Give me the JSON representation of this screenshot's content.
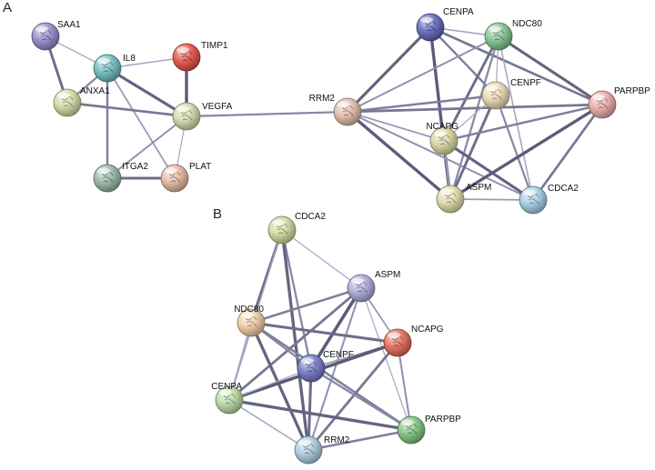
{
  "panels": [
    {
      "id": "A",
      "label": "A",
      "nodes": [
        {
          "id": "SAA1",
          "label": "SAA1",
          "color": "#8e84c4"
        },
        {
          "id": "IL8",
          "label": "IL8",
          "color": "#66b8b8"
        },
        {
          "id": "TIMP1",
          "label": "TIMP1",
          "color": "#e0483e"
        },
        {
          "id": "ANXA1",
          "label": "ANXA1",
          "color": "#cfd8a0"
        },
        {
          "id": "VEGFA",
          "label": "VEGFA",
          "color": "#cfd8a8"
        },
        {
          "id": "ITGA2",
          "label": "ITGA2",
          "color": "#8fb4a2"
        },
        {
          "id": "PLAT",
          "label": "PLAT",
          "color": "#e3b59c"
        },
        {
          "id": "CENPA",
          "label": "CENPA",
          "color": "#5a5eb8"
        },
        {
          "id": "NDC80",
          "label": "NDC80",
          "color": "#7cbf88"
        },
        {
          "id": "RRM2",
          "label": "RRM2",
          "color": "#e0b8a4"
        },
        {
          "id": "CENPF",
          "label": "CENPF",
          "color": "#e8d6ac"
        },
        {
          "id": "PARPBP",
          "label": "PARPBP",
          "color": "#e8a4a4"
        },
        {
          "id": "NCAPG",
          "label": "NCAPG",
          "color": "#d6d49a"
        },
        {
          "id": "ASPM",
          "label": "ASPM",
          "color": "#ded8a6"
        },
        {
          "id": "CDCA2",
          "label": "CDCA2",
          "color": "#9ccbe0"
        }
      ],
      "edges": [
        [
          "SAA1",
          "IL8"
        ],
        [
          "SAA1",
          "ANXA1"
        ],
        [
          "IL8",
          "ANXA1"
        ],
        [
          "IL8",
          "TIMP1"
        ],
        [
          "IL8",
          "VEGFA"
        ],
        [
          "IL8",
          "ITGA2"
        ],
        [
          "IL8",
          "PLAT"
        ],
        [
          "TIMP1",
          "VEGFA"
        ],
        [
          "ANXA1",
          "VEGFA"
        ],
        [
          "VEGFA",
          "ITGA2"
        ],
        [
          "VEGFA",
          "PLAT"
        ],
        [
          "ITGA2",
          "PLAT"
        ],
        [
          "VEGFA",
          "RRM2"
        ],
        [
          "CENPA",
          "NDC80"
        ],
        [
          "CENPA",
          "RRM2"
        ],
        [
          "CENPA",
          "CENPF"
        ],
        [
          "CENPA",
          "NCAPG"
        ],
        [
          "CENPA",
          "ASPM"
        ],
        [
          "CENPA",
          "PARPBP"
        ],
        [
          "NDC80",
          "RRM2"
        ],
        [
          "NDC80",
          "CENPF"
        ],
        [
          "NDC80",
          "NCAPG"
        ],
        [
          "NDC80",
          "ASPM"
        ],
        [
          "NDC80",
          "CDCA2"
        ],
        [
          "NDC80",
          "PARPBP"
        ],
        [
          "RRM2",
          "CENPF"
        ],
        [
          "RRM2",
          "NCAPG"
        ],
        [
          "RRM2",
          "ASPM"
        ],
        [
          "RRM2",
          "PARPBP"
        ],
        [
          "RRM2",
          "CDCA2"
        ],
        [
          "CENPF",
          "NCAPG"
        ],
        [
          "CENPF",
          "ASPM"
        ],
        [
          "CENPF",
          "CDCA2"
        ],
        [
          "NCAPG",
          "ASPM"
        ],
        [
          "NCAPG",
          "CDCA2"
        ],
        [
          "NCAPG",
          "PARPBP"
        ],
        [
          "ASPM",
          "CDCA2"
        ],
        [
          "ASPM",
          "PARPBP"
        ],
        [
          "CDCA2",
          "PARPBP"
        ]
      ]
    },
    {
      "id": "B",
      "label": "B",
      "nodes": [
        {
          "id": "CDCA2",
          "label": "CDCA2",
          "color": "#cdd898"
        },
        {
          "id": "ASPM",
          "label": "ASPM",
          "color": "#a8a4d6"
        },
        {
          "id": "NDC80",
          "label": "NDC80",
          "color": "#f0c8a0"
        },
        {
          "id": "NCAPG",
          "label": "NCAPG",
          "color": "#e0624e"
        },
        {
          "id": "CENPF",
          "label": "CENPF",
          "color": "#6b72c4"
        },
        {
          "id": "CENPA",
          "label": "CENPA",
          "color": "#b6d8a0"
        },
        {
          "id": "PARPBP",
          "label": "PARPBP",
          "color": "#78c078"
        },
        {
          "id": "RRM2",
          "label": "RRM2",
          "color": "#a8c8dc"
        }
      ],
      "edges": [
        [
          "CDCA2",
          "ASPM"
        ],
        [
          "CDCA2",
          "NDC80"
        ],
        [
          "CDCA2",
          "CENPF"
        ],
        [
          "CDCA2",
          "CENPA"
        ],
        [
          "CDCA2",
          "RRM2"
        ],
        [
          "ASPM",
          "NDC80"
        ],
        [
          "ASPM",
          "NCAPG"
        ],
        [
          "ASPM",
          "CENPF"
        ],
        [
          "ASPM",
          "CENPA"
        ],
        [
          "ASPM",
          "RRM2"
        ],
        [
          "ASPM",
          "PARPBP"
        ],
        [
          "NDC80",
          "NCAPG"
        ],
        [
          "NDC80",
          "CENPF"
        ],
        [
          "NDC80",
          "CENPA"
        ],
        [
          "NDC80",
          "RRM2"
        ],
        [
          "NDC80",
          "PARPBP"
        ],
        [
          "NCAPG",
          "CENPF"
        ],
        [
          "NCAPG",
          "CENPA"
        ],
        [
          "NCAPG",
          "RRM2"
        ],
        [
          "NCAPG",
          "PARPBP"
        ],
        [
          "CENPF",
          "CENPA"
        ],
        [
          "CENPF",
          "RRM2"
        ],
        [
          "CENPF",
          "PARPBP"
        ],
        [
          "CENPA",
          "RRM2"
        ],
        [
          "CENPA",
          "PARPBP"
        ],
        [
          "RRM2",
          "PARPBP"
        ]
      ]
    }
  ]
}
